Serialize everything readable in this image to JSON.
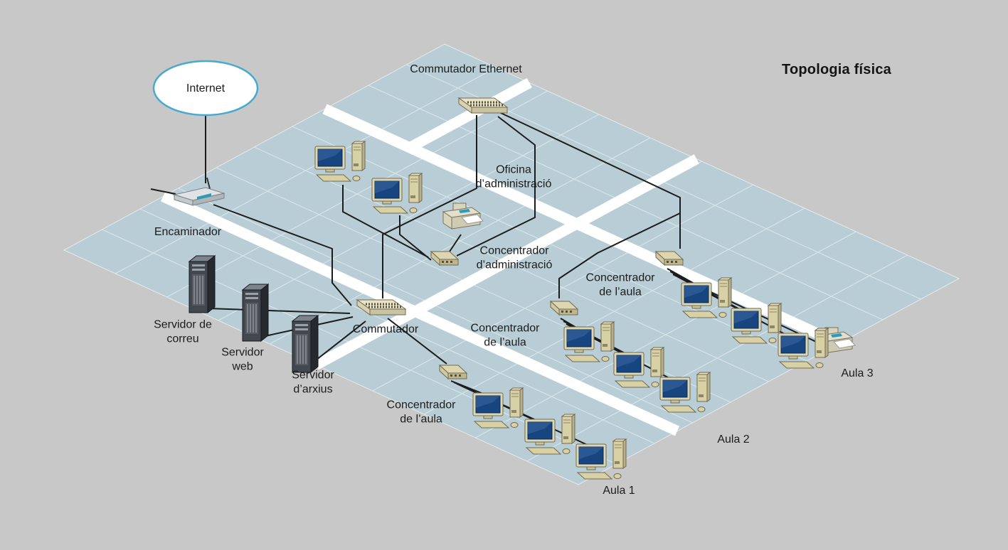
{
  "title": "Topologia física",
  "colors": {
    "background": "#c8c8c8",
    "floor": "#b8cdd5",
    "corridor": "#ffffff",
    "cable": "#1c1c1c",
    "internet_outline": "#45aacc"
  },
  "nodes": {
    "internet": {
      "label": "Internet"
    },
    "ethernet_switch": {
      "label": "Commutador Ethernet"
    },
    "router": {
      "label": "Encaminador"
    },
    "mail_server": {
      "label": "Servidor de\ncorreu"
    },
    "web_server": {
      "label": "Servidor\nweb"
    },
    "file_server": {
      "label": "Servidor\nd’arxius"
    },
    "switch": {
      "label": "Commutador"
    },
    "admin_office": {
      "label": "Oficina\nd’administració"
    },
    "admin_hub": {
      "label": "Concentrador\nd’administració"
    },
    "classroom1_hub": {
      "label": "Concentrador\nde l’aula"
    },
    "classroom2_hub": {
      "label": "Concentrador\nde l’aula"
    },
    "classroom3_hub": {
      "label": "Concentrador\nde l’aula"
    },
    "classroom1": {
      "label": "Aula 1"
    },
    "classroom2": {
      "label": "Aula 2"
    },
    "classroom3": {
      "label": "Aula 3"
    }
  },
  "rooms": {
    "admin_office": {
      "computers": 2,
      "printers": 1
    },
    "classroom1": {
      "computers": 3,
      "printers": 0
    },
    "classroom2": {
      "computers": 3,
      "printers": 0
    },
    "classroom3": {
      "computers": 3,
      "printers": 1
    }
  }
}
